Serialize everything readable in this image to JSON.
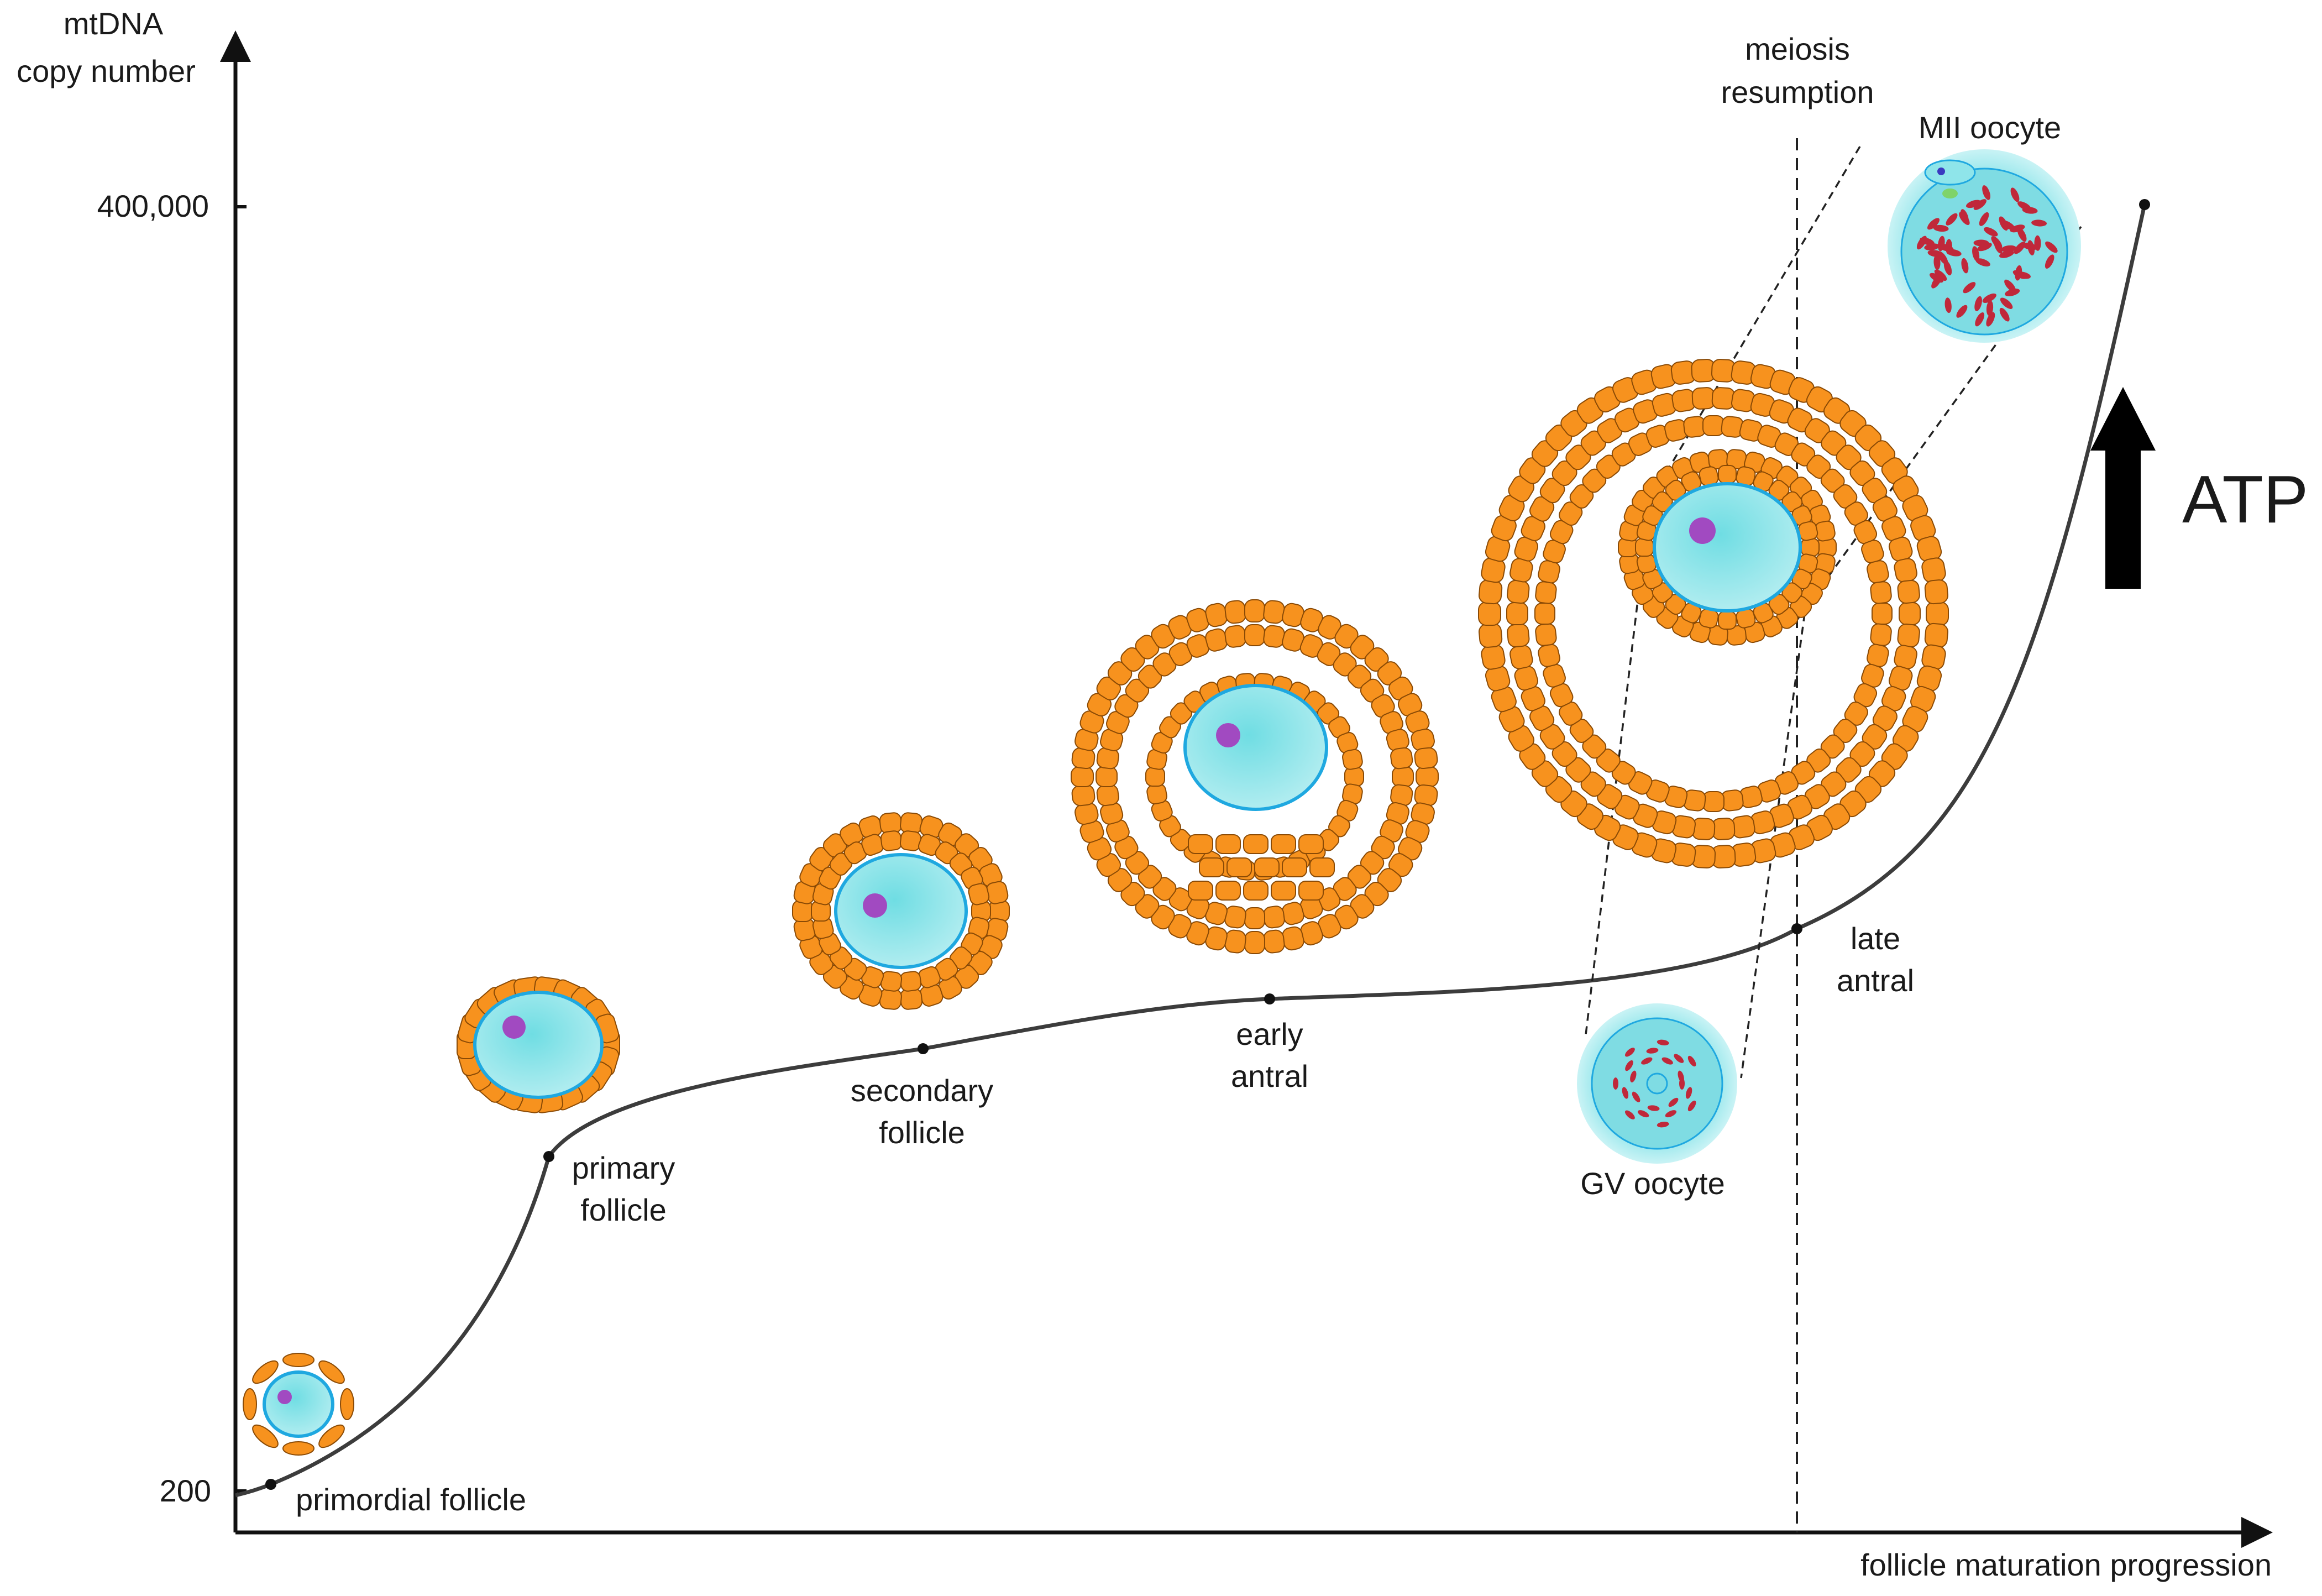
{
  "axes": {
    "y_label_line1": "mtDNA",
    "y_label_line2": "copy number",
    "y_tick_top": "400,000",
    "y_tick_bottom": "200",
    "x_label": "follicle maturation progression"
  },
  "stages": {
    "primordial": "primordial follicle",
    "primary_1": "primary",
    "primary_2": "follicle",
    "secondary_1": "secondary",
    "secondary_2": "follicle",
    "early_1": "early",
    "early_2": "antral",
    "late_1": "late",
    "late_2": "antral"
  },
  "annotations": {
    "meiosis_1": "meiosis",
    "meiosis_2": "resumption",
    "mii": "MII oocyte",
    "gv": "GV oocyte",
    "atp": "ATP"
  },
  "colors": {
    "granulosa": "#f7921e",
    "oocyte": "#8fe5ea",
    "nucleus": "#a14ac1",
    "mitochondria": "#c0283a",
    "curve": "#3c3c3c"
  }
}
